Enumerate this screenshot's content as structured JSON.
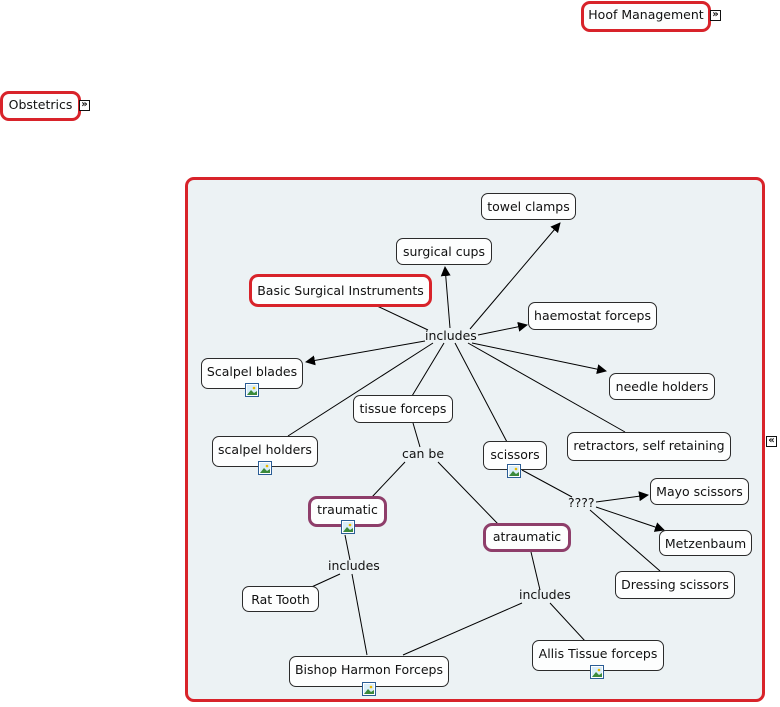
{
  "outer_nodes": {
    "hoof": "Hoof Management",
    "obstetrics": "Obstetrics"
  },
  "expand_glyph": "»",
  "collapse_glyph": "«",
  "nodes": {
    "basic": "Basic Surgical Instruments",
    "towel": "towel clamps",
    "cups": "surgical cups",
    "haemostat": "haemostat forceps",
    "scalpel_blades": "Scalpel blades",
    "needle": "needle holders",
    "tissue": "tissue forceps",
    "retractors": "retractors, self retaining",
    "scalpel_holders": "scalpel holders",
    "scissors": "scissors",
    "mayo": "Mayo scissors",
    "traumatic": "traumatic",
    "atraumatic": "atraumatic",
    "metzenbaum": "Metzenbaum",
    "dressing": "Dressing scissors",
    "rat": "Rat Tooth",
    "allis": "Allis Tissue forceps",
    "bishop": "Bishop Harmon Forceps"
  },
  "link_words": {
    "includes_main": "includes",
    "can_be": "can be",
    "question": "????",
    "includes_traumatic": "includes",
    "includes_atraumatic": "includes"
  },
  "colors": {
    "highlight_border": "#d8232a",
    "concept_border_purple": "#8e3e6a",
    "panel_fill": "#ecf2f4"
  }
}
